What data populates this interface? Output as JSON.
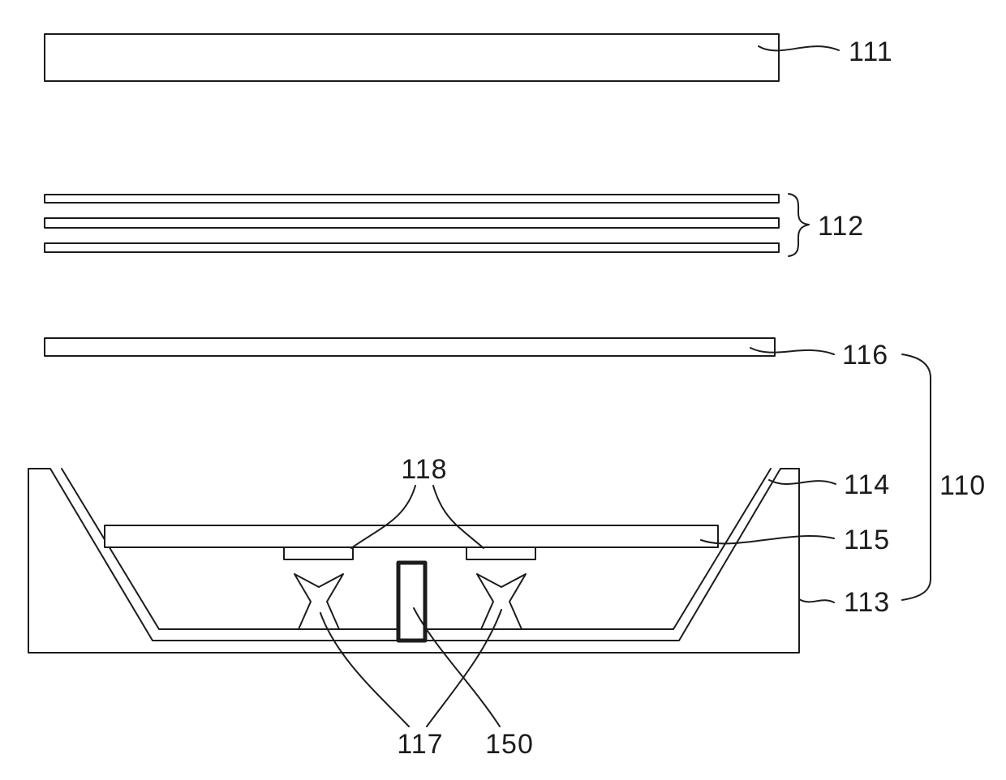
{
  "figure": {
    "title": "exploded-cross-section-diagram",
    "background_color": "#ffffff",
    "line_color": "#1c1c1c",
    "labels": {
      "ref_111": "111",
      "ref_112": "112",
      "ref_116": "116",
      "ref_110": "110",
      "ref_114": "114",
      "ref_115": "115",
      "ref_113": "113",
      "ref_118": "118",
      "ref_117": "117",
      "ref_150": "150"
    }
  }
}
